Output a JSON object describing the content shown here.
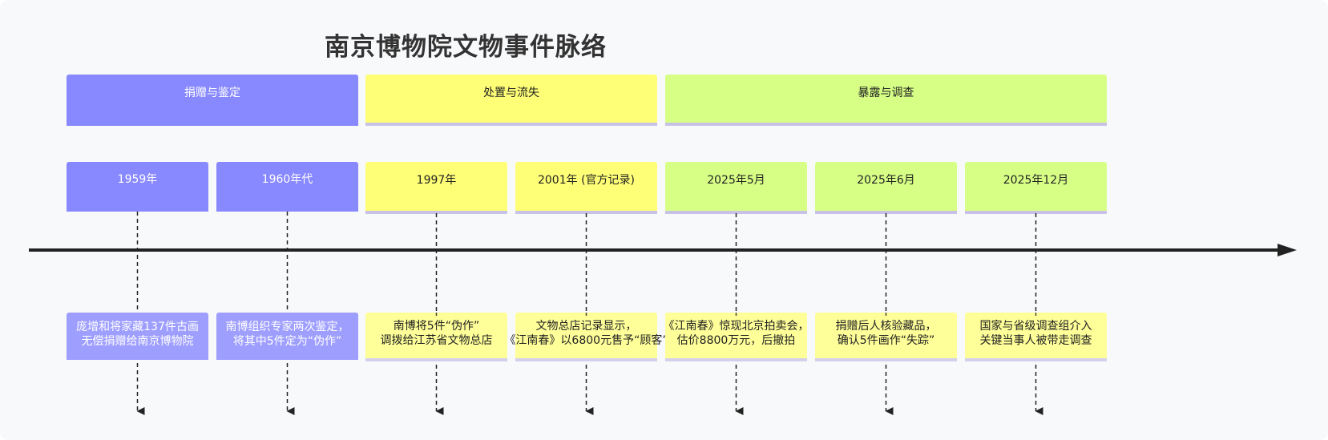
{
  "title": "南京博物院文物事件脉络",
  "phases": [
    {
      "label": "捐赠与鉴定"
    },
    {
      "label": "处置与流失"
    },
    {
      "label": "暴露与调查"
    }
  ],
  "events": [
    {
      "date": "1959年",
      "line1": "庞增和将家藏137件古画",
      "line2": "无偿捐赠给南京博物院"
    },
    {
      "date": "1960年代",
      "line1": "南博组织专家两次鉴定，",
      "line2": "将其中5件定为“伪作”"
    },
    {
      "date": "1997年",
      "line1": "南博将5件“伪作”",
      "line2": "调拨给江苏省文物总店"
    },
    {
      "date": "2001年 (官方记录)",
      "line1": "文物总店记录显示，",
      "line2": "《江南春》以6800元售予“顾客”"
    },
    {
      "date": "2025年5月",
      "line1": "《江南春》惊现北京拍卖会，",
      "line2": "估价8800万元，后撤拍"
    },
    {
      "date": "2025年6月",
      "line1": "捐赠后人核验藏品，",
      "line2": "确认5件画作“失踪”"
    },
    {
      "date": "2025年12月",
      "line1": "国家与省级调查组介入",
      "line2": "关键当事人被带走调查"
    }
  ],
  "colors": {
    "phase1": "#8888ff",
    "phase2": "#ffff77",
    "phase3": "#d7ff86",
    "axis": "#222222"
  }
}
